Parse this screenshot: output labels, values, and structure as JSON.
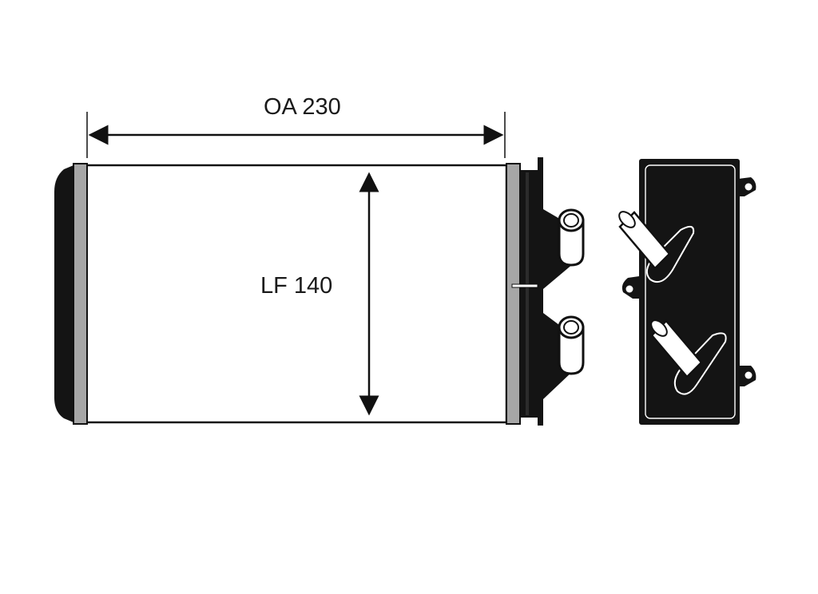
{
  "dimensions": {
    "overall_width": {
      "text": "OA 230",
      "prefix": "OA",
      "value": 230
    },
    "core_height": {
      "text": "LF 140",
      "prefix": "LF",
      "value": 140
    }
  },
  "colors": {
    "line": "#111111",
    "fill_dark": "#141414",
    "fill_light": "#ffffff",
    "end_cap": "#a6a6a6"
  }
}
